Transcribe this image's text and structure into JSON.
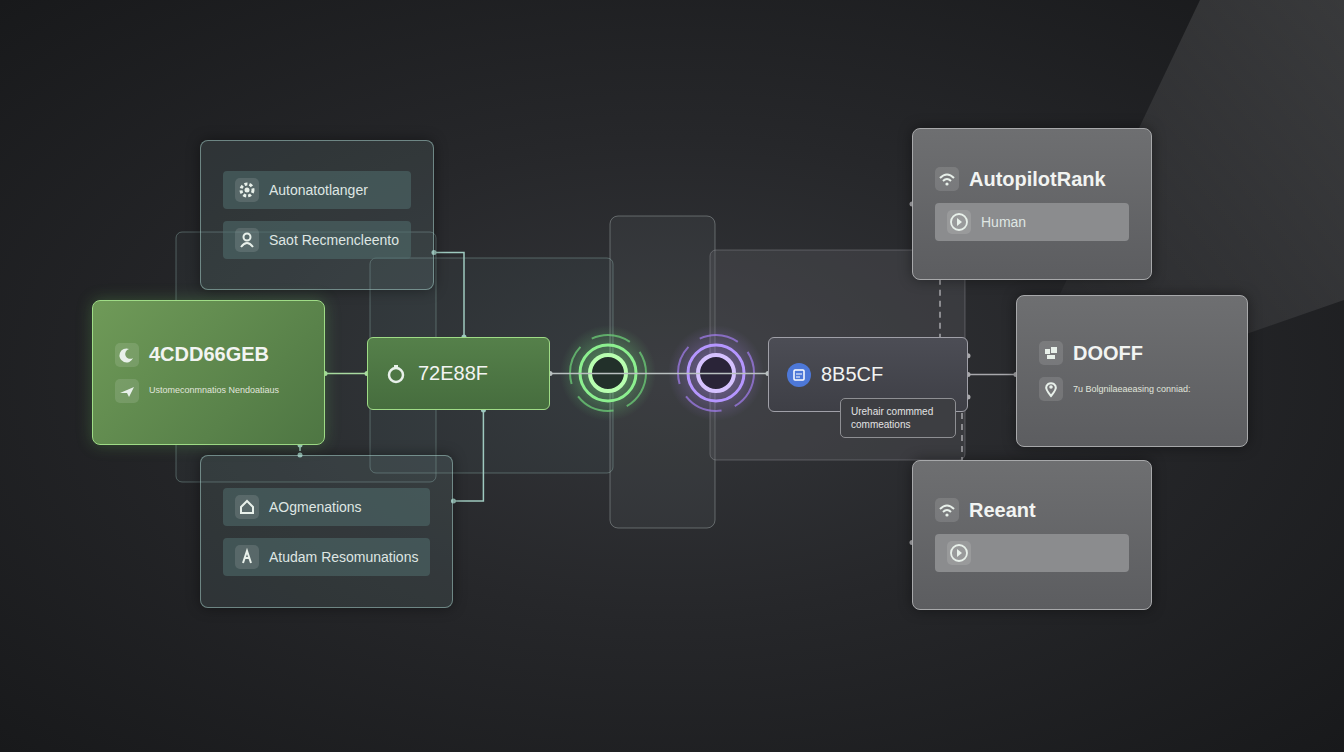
{
  "diagram": {
    "nodes": [
      {
        "text": [
          "Autonatotlanger",
          "Saot Recmencleento"
        ]
      },
      {
        "text": [
          "4CDD66GEB",
          "Ustomeconmnatios Nendoatiaus"
        ]
      },
      {
        "text": [
          "AOgmenations",
          "Atudam Resomunations"
        ]
      },
      {
        "text": [
          "72E88F"
        ]
      },
      {
        "text": [
          "8B5CF"
        ]
      },
      {
        "text": [
          "Urehair commmed commeations"
        ]
      },
      {
        "text": [
          "AutopilotRank",
          "Human"
        ]
      },
      {
        "text": [
          "DOOFF",
          "7u Bolgnilaeaeasing conniad:"
        ]
      },
      {
        "text": [
          "Reeant"
        ]
      }
    ],
    "edges": [
      {
        "from": 0,
        "to": 3,
        "arrow": "none"
      },
      {
        "from": 1,
        "to": 3,
        "arrow": "none"
      },
      {
        "from": 2,
        "to": 3,
        "arrow": "none"
      },
      {
        "from": 1,
        "to": 2,
        "arrow": "none"
      },
      {
        "from": 3,
        "to": 4,
        "arrow": "none"
      },
      {
        "from": 4,
        "to": 6,
        "arrow": "none"
      },
      {
        "from": 4,
        "to": 7,
        "arrow": "none"
      },
      {
        "from": 4,
        "to": 8,
        "arrow": "none"
      }
    ]
  }
}
